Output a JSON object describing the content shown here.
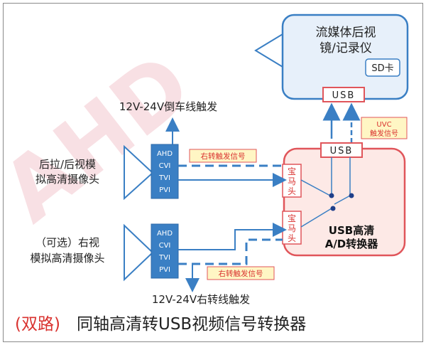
{
  "recorder": {
    "line1": "流媒体后视",
    "line2": "镜/记录仪",
    "sd_card": "SD卡",
    "usb_port": "USB"
  },
  "converter": {
    "usb_port": "USB",
    "port_top": [
      "宝",
      "马",
      "头"
    ],
    "port_bottom": [
      "宝",
      "马",
      "头"
    ],
    "name_line1": "USB高清",
    "name_line2": "A/D转换器"
  },
  "uvc": {
    "line1": "UVC",
    "line2": "触发信号"
  },
  "camera_rear": {
    "line1": "后拉/后视模",
    "line2": "拟高清摄像头",
    "formats": [
      "AHD",
      "CVI",
      "TVI",
      "PVI"
    ],
    "trigger_text": "12V-24V倒车线触发",
    "signal_label": "右转触发信号"
  },
  "camera_right": {
    "line1": "（可选）右视",
    "line2": "模拟高清摄像头",
    "formats": [
      "AHD",
      "CVI",
      "TVI",
      "PVI"
    ],
    "trigger_text": "12V-24V右转线触发",
    "signal_label": "右转触发信号"
  },
  "title": {
    "prefix": "(双路)",
    "main": "同轴高清转USB视频信号转换器"
  },
  "colors": {
    "blue": "#3a7fc4",
    "red": "#e0555a",
    "recorder_bg": "#e7f0fa",
    "converter_bg": "#fde9e6",
    "label_bg": "#fff6c4",
    "text": "#222222",
    "title_red": "#d9322f",
    "watermark": "#f3c8cf"
  }
}
